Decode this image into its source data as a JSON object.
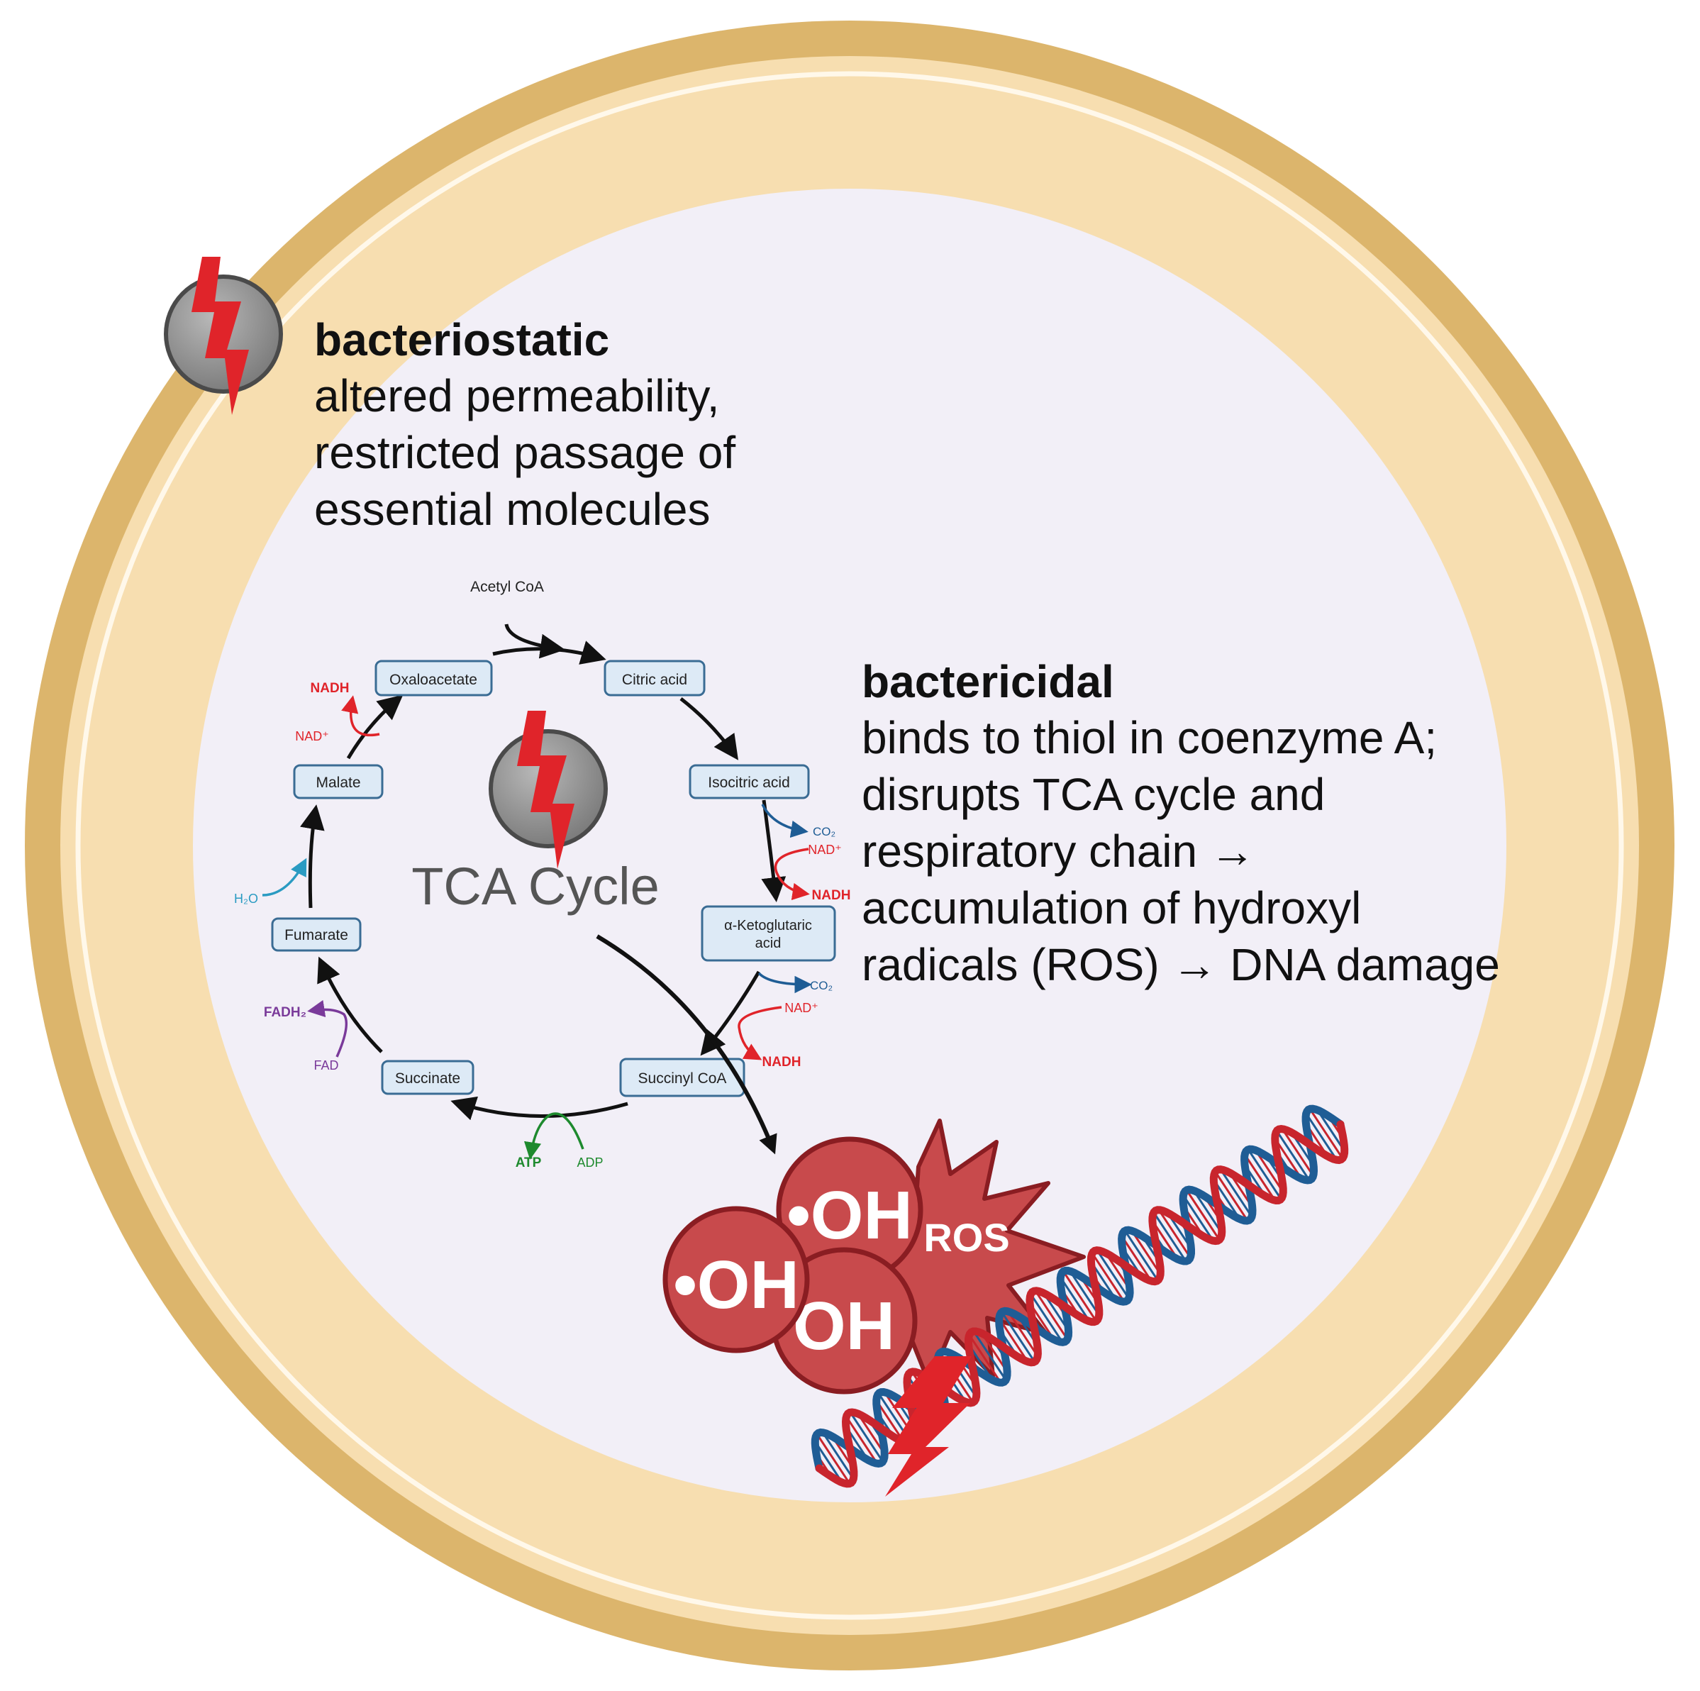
{
  "bacteriostatic": {
    "heading": "bacteriostatic",
    "lines": [
      "altered permeability,",
      "restricted passage of",
      "essential molecules"
    ]
  },
  "bactericidal": {
    "heading": "bactericidal",
    "lines": [
      "binds to thiol in coenzyme A;",
      "disrupts TCA cycle and",
      "respiratory chain →",
      "accumulation of hydroxyl",
      "radicals (ROS) → DNA damage"
    ]
  },
  "tca": {
    "title": "TCA Cycle",
    "entry": "Acetyl CoA",
    "metabolites": {
      "oxaloacetate": "Oxaloacetate",
      "citric": "Citric acid",
      "isocitric": "Isocitric acid",
      "akg_line1": "α-Ketoglutaric",
      "akg_line2": "acid",
      "succinyl": "Succinyl CoA",
      "succinate": "Succinate",
      "fumarate": "Fumarate",
      "malate": "Malate"
    },
    "cofactors": {
      "nadh": "NADH",
      "nad": "NAD⁺",
      "co2": "CO₂",
      "fadh2": "FADH₂",
      "fad": "FAD",
      "atp": "ATP",
      "adp": "ADP",
      "h2o": "H₂O"
    }
  },
  "radicals": {
    "oh_radical": "•OH",
    "oh": "OH",
    "ros": "ROS"
  },
  "colors": {
    "outer_wall": "#dcb56c",
    "wall_band": "#f7deb0",
    "cytoplasm": "#f2eff7",
    "box_fill": "#ddeaf6",
    "box_stroke": "#3a6c94",
    "red": "#e0242a",
    "ros_fill": "#c84a4c",
    "ros_stroke": "#8a1d22",
    "dna_red": "#c8252d",
    "dna_blue": "#1f5d95",
    "fad_purple": "#7a3a9a",
    "atp_green": "#1e8a2e",
    "h2o_cyan": "#2a9bc2",
    "co2_blue": "#1f5d95"
  }
}
